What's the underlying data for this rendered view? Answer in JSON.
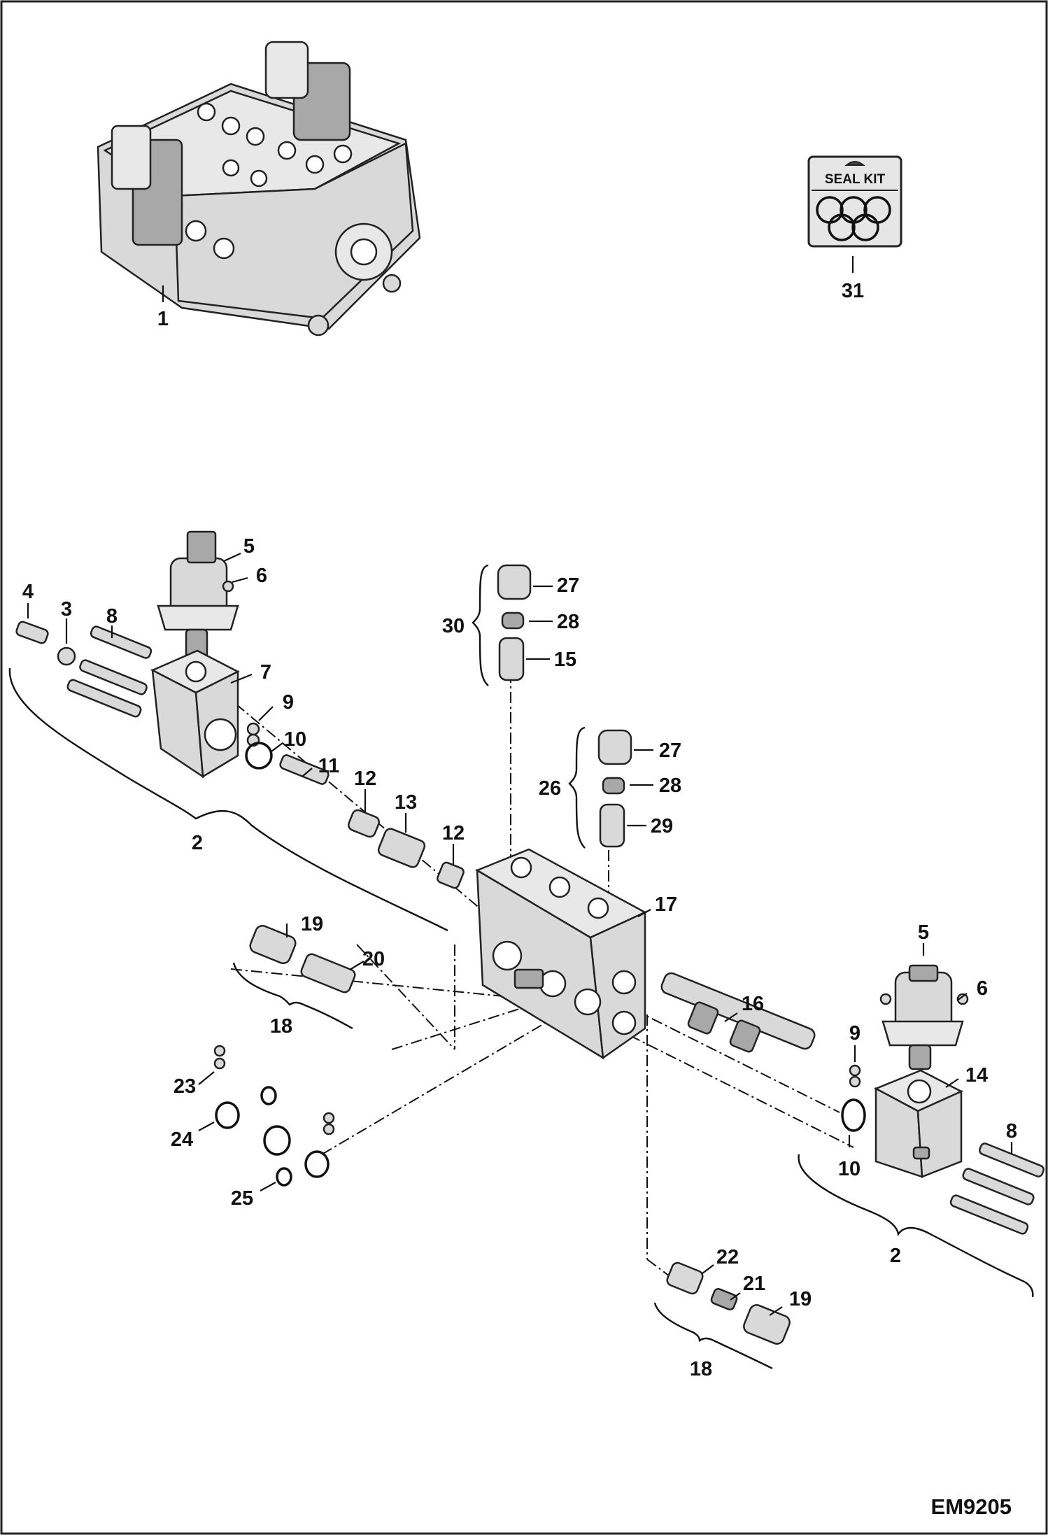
{
  "diagram": {
    "reference_code": "EM9205",
    "seal_kit_text": "SEAL KIT",
    "callouts": {
      "c1": "1",
      "c31": "31",
      "c5a": "5",
      "c6a": "6",
      "c4": "4",
      "c3": "3",
      "c8a": "8",
      "c7": "7",
      "c9a": "9",
      "c10a": "10",
      "c11": "11",
      "c12a": "12",
      "c13": "13",
      "c12b": "12",
      "c2a": "2",
      "c27a": "27",
      "c28a": "28",
      "c15": "15",
      "c30": "30",
      "c27b": "27",
      "c28b": "28",
      "c29": "29",
      "c26": "26",
      "c17": "17",
      "c19a": "19",
      "c20": "20",
      "c18a": "18",
      "c16": "16",
      "c5b": "5",
      "c6b": "6",
      "c9b": "9",
      "c14": "14",
      "c8b": "8",
      "c10b": "10",
      "c2b": "2",
      "c23": "23",
      "c24": "24",
      "c25": "25",
      "c22": "22",
      "c21": "21",
      "c19b": "19",
      "c18b": "18"
    }
  }
}
